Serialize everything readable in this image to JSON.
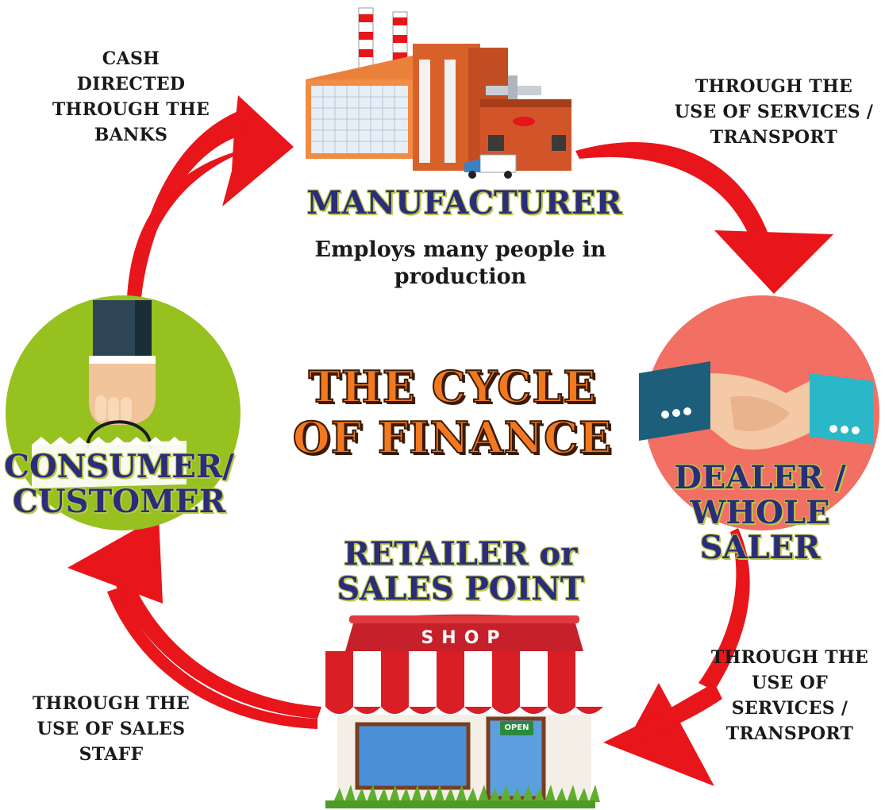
{
  "center": {
    "line1": "THE CYCLE",
    "line2": "OF FINANCE"
  },
  "manufacturer": {
    "title": "MANUFACTURER",
    "sub1": "Employs many people in",
    "sub2": "production"
  },
  "dealer": {
    "line1": "DEALER /",
    "line2": "WHOLE SALER"
  },
  "retailer": {
    "line1": "RETAILER or",
    "line2": "SALES POINT",
    "shop_sign": "SHOP",
    "open_sign": "OPEN"
  },
  "consumer": {
    "line1": "CONSUMER/",
    "line2": "CUSTOMER"
  },
  "arrows": {
    "cash": [
      "CASH",
      "DIRECTED",
      "THROUGH THE",
      "BANKS"
    ],
    "transport_top": [
      "THROUGH THE",
      "USE OF SERVICES /",
      "TRANSPORT"
    ],
    "transport_bottom": [
      "THROUGH THE",
      "USE OF",
      "SERVICES /",
      "TRANSPORT"
    ],
    "sales_staff": [
      "THROUGH THE",
      "USE OF SALES",
      "STAFF"
    ]
  },
  "colors": {
    "arrow": "#e8151b",
    "title_blue": "#2b2d7a",
    "center_orange": "#f2791f",
    "consumer_circle": "#96c11f",
    "dealer_circle": "#f26f63"
  },
  "icons": [
    "factory-icon",
    "handshake-icon",
    "shop-icon",
    "shopping-bag-hand-icon",
    "delivery-truck-icon"
  ]
}
